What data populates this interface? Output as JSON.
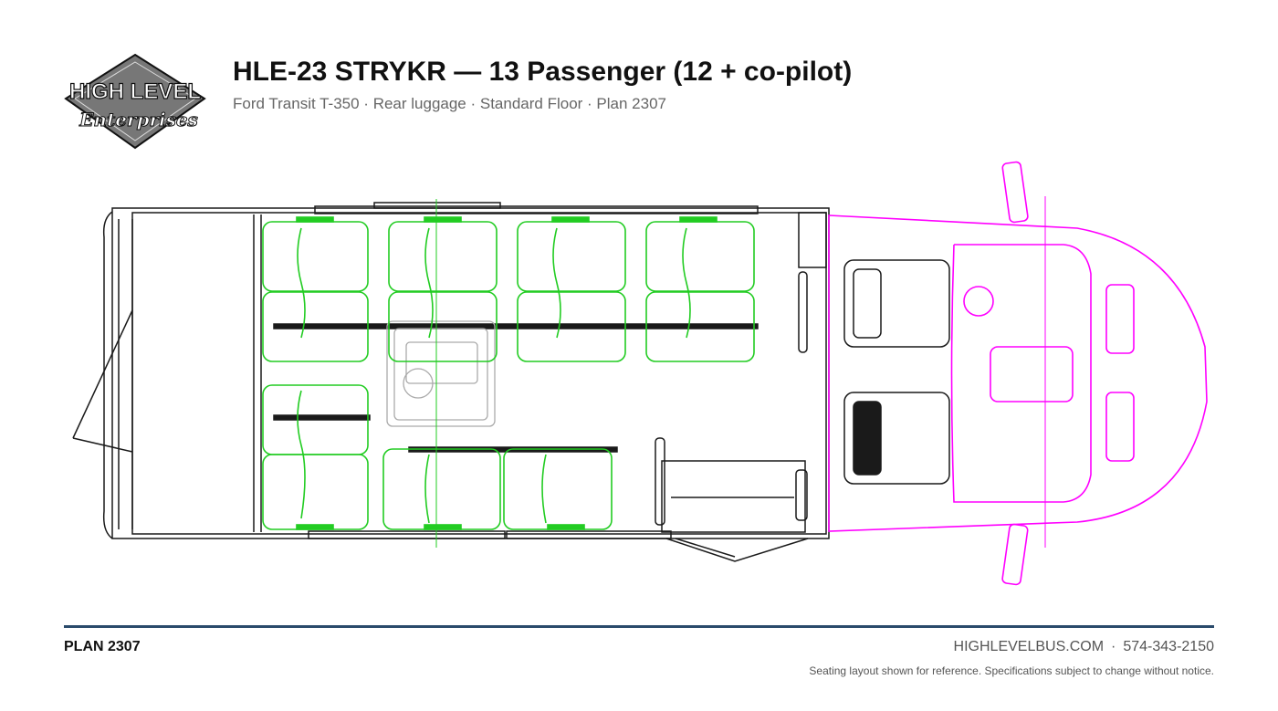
{
  "header": {
    "logo_text_top": "HIGH LEVEL",
    "logo_text_bottom": "Enterprises",
    "title": "HLE-23 STRYKR — 13 Passenger (12 + co-pilot)",
    "subtitle": "Ford Transit T-350 · Rear luggage · Standard Floor · Plan 2307"
  },
  "footer": {
    "plan_label": "PLAN 2307",
    "website": "HIGHLEVELBUS.COM",
    "separator": "·",
    "phone": "574-343-2150",
    "disclaimer": "Seating layout shown for reference. Specifications subject to change without notice."
  },
  "colors": {
    "passenger_seats": "#22cc22",
    "cab": "#ff00ff",
    "outline": "#1a1a1a",
    "wheelchair_area": "#aaaaaa",
    "rule": "#2a4a6b"
  },
  "diagram": {
    "view": "top-down floor plan",
    "passenger_seat_count": 12,
    "driver_seat_count": 1,
    "copilot_seat_count": 1
  }
}
